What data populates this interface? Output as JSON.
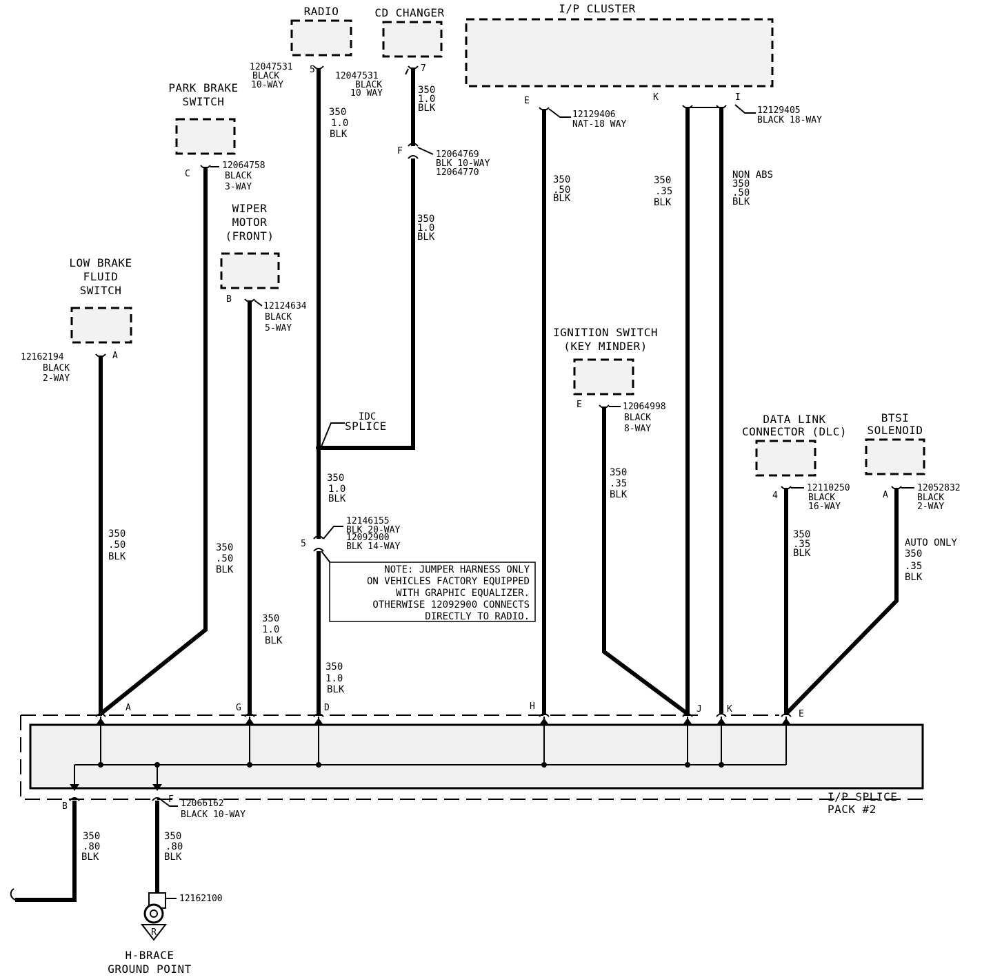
{
  "components": {
    "radio": "RADIO",
    "cd_changer": "CD CHANGER",
    "ip_cluster": "I/P CLUSTER",
    "park_brake": [
      "PARK BRAKE",
      "SWITCH"
    ],
    "wiper_motor": [
      "WIPER",
      "MOTOR",
      "(FRONT)"
    ],
    "low_brake": [
      "LOW BRAKE",
      "FLUID",
      "SWITCH"
    ],
    "ignition": [
      "IGNITION SWITCH",
      "(KEY MINDER)"
    ],
    "dlc": [
      "DATA LINK",
      "CONNECTOR (DLC)"
    ],
    "btsi": [
      "BTSI",
      "SOLENOID"
    ],
    "splice_pack": [
      "I/P SPLICE",
      "PACK #2"
    ],
    "ground": [
      "H-BRACE",
      "GROUND POINT"
    ]
  },
  "connectors": {
    "radio": [
      "12047531",
      "BLACK",
      "10-WAY"
    ],
    "cd": [
      "12047531",
      "BLACK",
      "10 WAY"
    ],
    "cluster_e": [
      "12129406",
      "NAT-18 WAY"
    ],
    "cluster_i": [
      "12129405",
      "BLACK 18-WAY"
    ],
    "park": [
      "12064758",
      "BLACK",
      "3-WAY"
    ],
    "wiper": [
      "12124634",
      "BLACK",
      "5-WAY"
    ],
    "brake": [
      "12162194",
      "BLACK",
      "2-WAY"
    ],
    "inline_f": [
      "12064769",
      "BLK 10-WAY",
      "12064770"
    ],
    "inline_5": [
      "12146155",
      "BLK 20-WAY",
      "12092900",
      "BLK 14-WAY"
    ],
    "ignition": [
      "12064998",
      "BLACK",
      "8-WAY"
    ],
    "dlc": [
      "12110250",
      "BLACK",
      "16-WAY"
    ],
    "btsi": [
      "12052832",
      "BLACK",
      "2-WAY"
    ],
    "splice_f": [
      "12066162",
      "BLACK 10-WAY"
    ],
    "ground": "12162100"
  },
  "pins": {
    "radio": "5",
    "cd": "7",
    "cluster_e": "E",
    "cluster_k": "K",
    "cluster_i": "I",
    "park": "C",
    "wiper": "B",
    "brake": "A",
    "inline_f": "F",
    "inline_5": "5",
    "ignition": "E",
    "dlc": "4",
    "btsi": "A",
    "sp_a": "A",
    "sp_g": "G",
    "sp_d": "D",
    "sp_h": "H",
    "sp_j": "J",
    "sp_k": "K",
    "sp_e": "E",
    "sp_b": "B",
    "sp_f": "F",
    "ground_tag": "R"
  },
  "wires": {
    "radio_top": [
      "350",
      "1.0",
      "BLK"
    ],
    "cd_top": [
      "350",
      "1.0",
      "BLK"
    ],
    "cd_mid": [
      "350",
      "1.0",
      "BLK"
    ],
    "mid_d": [
      "350",
      "1.0",
      "BLK"
    ],
    "low_d": [
      "350",
      "1.0",
      "BLK"
    ],
    "cluster_h": [
      "350",
      ".50",
      "BLK"
    ],
    "cluster_k": [
      "350",
      ".35",
      "BLK"
    ],
    "cluster_i": [
      "NON ABS",
      "350",
      ".50",
      "BLK"
    ],
    "brake": [
      "350",
      ".50",
      "BLK"
    ],
    "park": [
      "350",
      ".50",
      "BLK"
    ],
    "wiper": [
      "350",
      "1.0",
      "BLK"
    ],
    "ignition": [
      "350",
      ".35",
      "BLK"
    ],
    "dlc": [
      "350",
      ".35",
      "BLK"
    ],
    "btsi": [
      "AUTO ONLY",
      "350",
      ".35",
      "BLK"
    ],
    "out_b": [
      "350",
      ".80",
      "BLK"
    ],
    "out_f": [
      "350",
      ".80",
      "BLK"
    ]
  },
  "idc_splice": [
    "IDC",
    "SPLICE"
  ],
  "note": [
    "NOTE: JUMPER HARNESS ONLY",
    "ON VEHICLES FACTORY EQUIPPED",
    "WITH GRAPHIC EQUALIZER.",
    "OTHERWISE 12092900 CONNECTS",
    "DIRECTLY TO RADIO."
  ]
}
